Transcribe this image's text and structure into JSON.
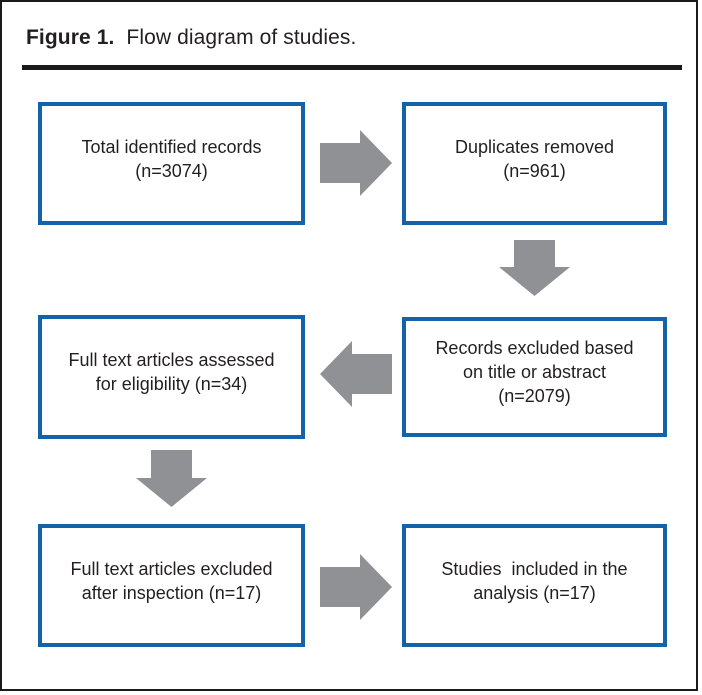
{
  "figure": {
    "label": "Figure 1.",
    "caption": "Flow diagram of studies."
  },
  "colors": {
    "box_border_blue": "#1463a8",
    "arrow_gray": "#8f9194",
    "text": "#231f20",
    "frame_black": "#1a1a1a"
  },
  "diagram": {
    "type": "flow",
    "nodes": [
      {
        "id": "identified",
        "text": "Total identified records\n(n=3074)",
        "n": 3074
      },
      {
        "id": "duplicates",
        "text": "Duplicates removed\n(n=961)",
        "n": 961
      },
      {
        "id": "assessed",
        "text": "Full text articles assessed\nfor eligibility (n=34)",
        "n": 34
      },
      {
        "id": "excluded_title",
        "text": "Records excluded based\non title or abstract\n(n=2079)",
        "n": 2079
      },
      {
        "id": "excluded_fulltext",
        "text": "Full text articles excluded\nafter inspection (n=17)",
        "n": 17
      },
      {
        "id": "included",
        "text": "Studies  included in the\nanalysis (n=17)",
        "n": 17
      }
    ],
    "edges": [
      {
        "from": "identified",
        "to": "duplicates",
        "direction": "right"
      },
      {
        "from": "duplicates",
        "to": "excluded_title",
        "direction": "down"
      },
      {
        "from": "excluded_title",
        "to": "assessed",
        "direction": "left"
      },
      {
        "from": "assessed",
        "to": "excluded_fulltext",
        "direction": "down"
      },
      {
        "from": "excluded_fulltext",
        "to": "included",
        "direction": "right"
      }
    ]
  }
}
